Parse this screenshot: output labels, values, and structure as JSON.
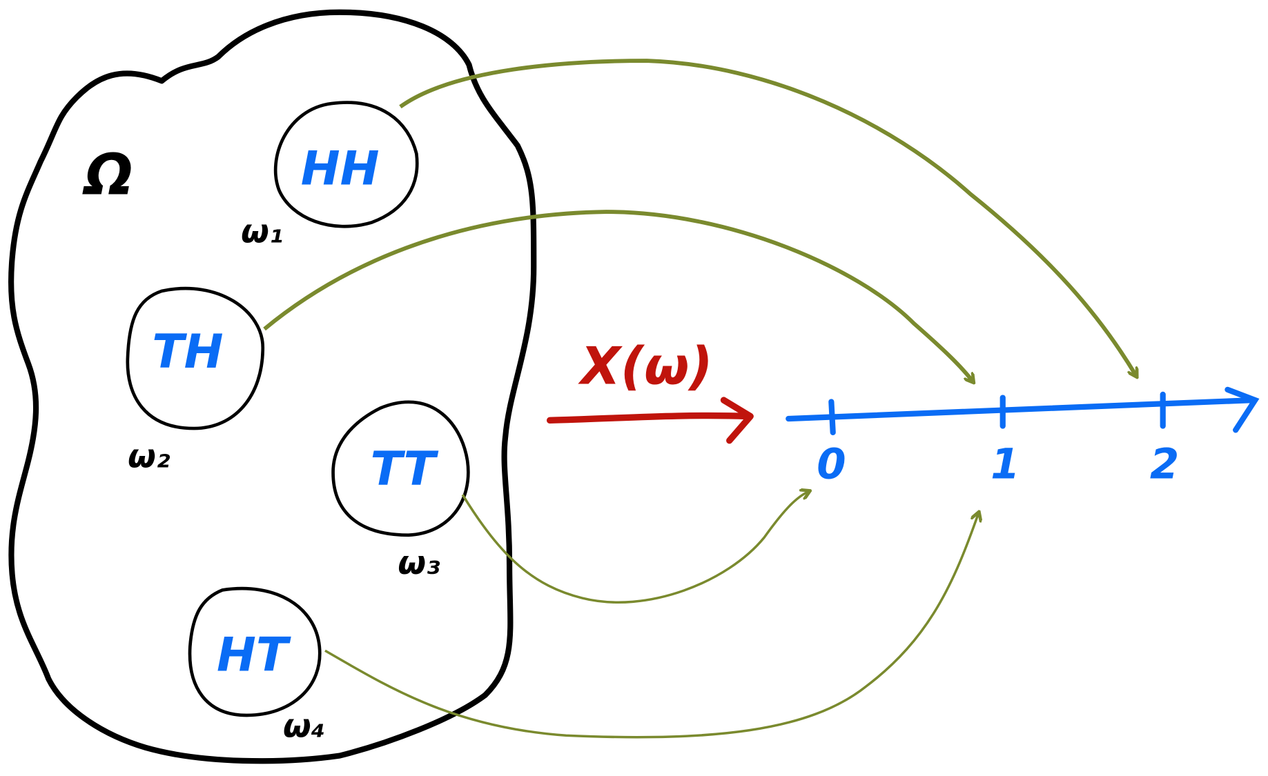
{
  "sample_space": {
    "label": "Ω"
  },
  "outcomes": [
    {
      "text": "HH",
      "omega": "ω₁",
      "value": 2
    },
    {
      "text": "TH",
      "omega": "ω₂",
      "value": 1
    },
    {
      "text": "TT",
      "omega": "ω₃",
      "value": 0
    },
    {
      "text": "HT",
      "omega": "ω₄",
      "value": 1
    }
  ],
  "mapping": {
    "label": "X(ω)"
  },
  "number_line": {
    "ticks": [
      "0",
      "1",
      "2"
    ]
  },
  "colors": {
    "outcome": "#0a6cf5",
    "arrow": "#7a8a2e",
    "mapping": "#c0140c",
    "outline": "#000000",
    "axis": "#0a6cf5"
  }
}
